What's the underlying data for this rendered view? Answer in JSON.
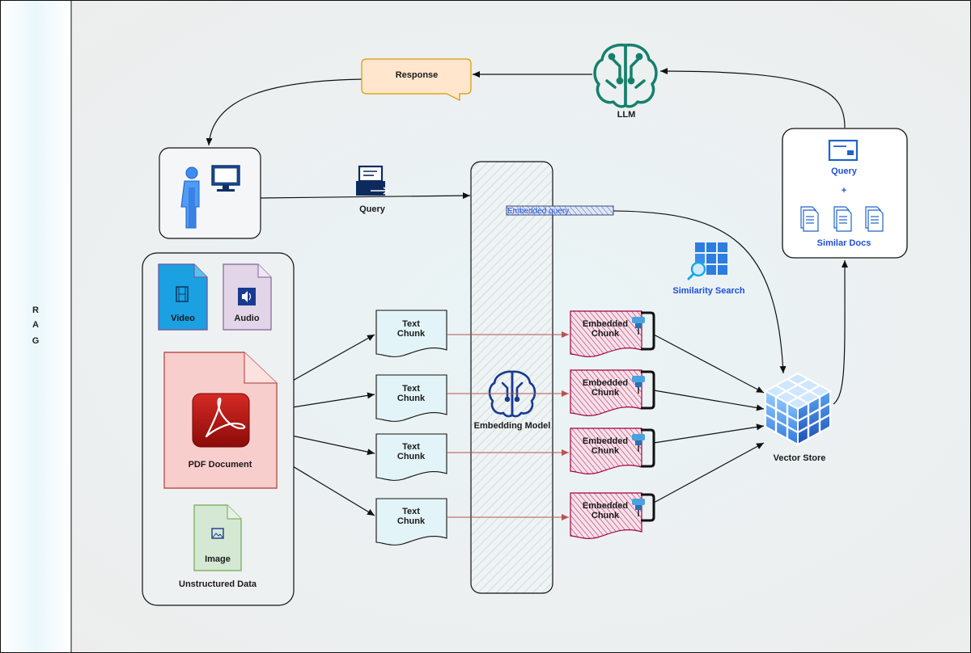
{
  "side_label": [
    "R",
    "A",
    "G"
  ],
  "response": "Response",
  "llm": "LLM",
  "query_arrow": "Query",
  "prompt_box": {
    "query": "Query",
    "plus": "+",
    "similar_docs": "Similar Docs"
  },
  "embedded_query": "Embedded query",
  "similarity_search": "Similarity Search",
  "unstructured": {
    "video": "Video",
    "audio": "Audio",
    "pdf": "PDF Document",
    "image": "Image",
    "caption": "Unstructured Data"
  },
  "text_chunk": [
    "Text",
    "Chunk"
  ],
  "embedded_chunk": [
    "Embedded",
    "Chunk"
  ],
  "embedding_model": "Embedding Model",
  "vector_store": "Vector Store",
  "colors": {
    "response_fill": "#ffe6cc",
    "response_stroke": "#d79b00",
    "llm": "#15806b",
    "text_chunk_fill": "#e3f4f8",
    "embedded_chunk_stroke": "#a50040",
    "link_red": "#b85450",
    "pdf_fill": "#f8cecc",
    "pdf_stroke": "#b85450",
    "video_fill": "#1ba1e2",
    "audio_fill": "#e1d5e7",
    "image_fill": "#d5e8d4",
    "accent_blue": "#1f4fd6"
  }
}
